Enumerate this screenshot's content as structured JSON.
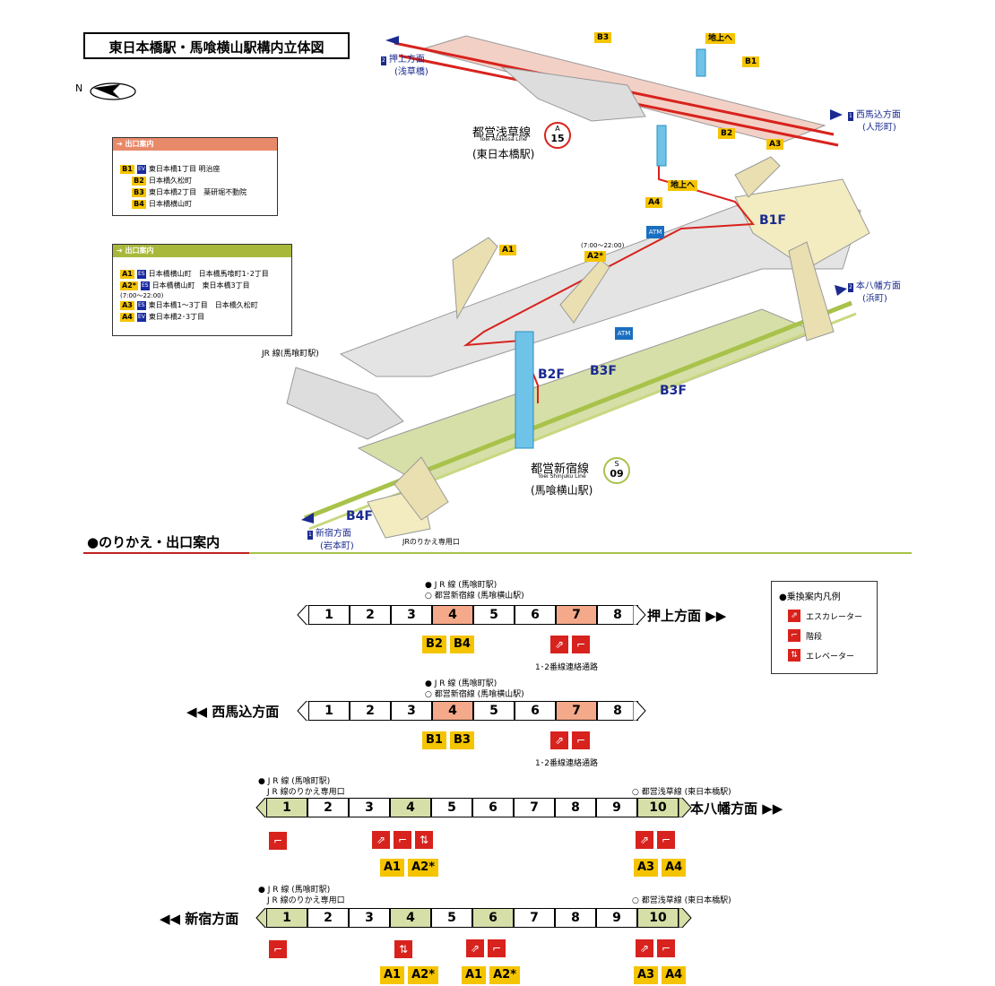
{
  "title": "東日本橋駅・馬喰横山駅構内立体図",
  "compass": "N",
  "exit_guide_1": {
    "header": "出口案内",
    "rows": [
      {
        "badge": "B1",
        "ev": "EV",
        "text": "東日本橋1丁目 明治座"
      },
      {
        "badge": "B2",
        "ev": "",
        "text": "日本橋久松町"
      },
      {
        "badge": "B3",
        "ev": "",
        "text": "東日本橋2丁目　薬研堀不動院"
      },
      {
        "badge": "B4",
        "ev": "",
        "text": "日本橋横山町"
      }
    ]
  },
  "exit_guide_2": {
    "header": "出口案内",
    "rows": [
      {
        "badge": "A1",
        "ev": "ES",
        "text": "日本橋横山町　日本橋馬喰町1･2丁目",
        "sub": ""
      },
      {
        "badge": "A2*",
        "ev": "ES",
        "text": "日本橋横山町　東日本橋3丁目",
        "sub": "(7:00〜22:00)"
      },
      {
        "badge": "A3",
        "ev": "ES",
        "text": "東日本橋1〜3丁目　日本橋久松町",
        "sub": ""
      },
      {
        "badge": "A4",
        "ev": "EV",
        "text": "東日本橋2･3丁目",
        "sub": ""
      }
    ]
  },
  "map": {
    "asakusa_line": {
      "name": "都営浅草線",
      "en": "Toei Asakusa Line",
      "station": "(東日本橋駅)",
      "code_letter": "A",
      "code_num": "15"
    },
    "shinjuku_line": {
      "name": "都営新宿線",
      "en": "Toei Shinjuku Line",
      "station": "(馬喰横山駅)",
      "code_letter": "S",
      "code_num": "09"
    },
    "dir_oshiage": {
      "num": "2",
      "text": "押上方面",
      "sub": "(浅草橋)"
    },
    "dir_nishimagome": {
      "num": "1",
      "text": "西馬込方面",
      "sub": "(人形町)"
    },
    "dir_motoyawata": {
      "num": "2",
      "text": "本八幡方面",
      "sub": "(浜町)"
    },
    "dir_shinjuku": {
      "num": "1",
      "text": "新宿方面",
      "sub": "(岩本町)"
    },
    "chijo_e": "地上へ",
    "floors": {
      "b1f": "B1F",
      "b2f": "B2F",
      "b3f_a": "B3F",
      "b3f_b": "B3F",
      "b4f": "B4F"
    },
    "exits": {
      "b1": "B1",
      "b2": "B2",
      "b3": "B3",
      "a1": "A1",
      "a2": "A2*",
      "a2_hours": "(7:00〜22:00)",
      "a3": "A3",
      "a4": "A4"
    },
    "jr_bakurocho": "JR 線(馬喰町駅)",
    "jr_transfer": "JRのりかえ専用口",
    "atm": "ATM"
  },
  "transfer_section": {
    "title": "●のりかえ・出口案内"
  },
  "legend": {
    "title": "●乗換案内凡例",
    "items": [
      "エスカレーター",
      "階段",
      "エレベーター"
    ]
  },
  "rows": [
    {
      "notes": [
        "● J R 線 (馬喰町駅)",
        "○ 都営新宿線 (馬喰横山駅)"
      ],
      "cars": [
        "1",
        "2",
        "3",
        "4",
        "5",
        "6",
        "7",
        "8"
      ],
      "direction": "押上方面",
      "badges_car4": [
        "B2",
        "B4"
      ],
      "note_car7": "1･2番線連絡通路"
    },
    {
      "notes": [
        "● J R 線 (馬喰町駅)",
        "○ 都営新宿線 (馬喰横山駅)"
      ],
      "cars": [
        "1",
        "2",
        "3",
        "4",
        "5",
        "6",
        "7",
        "8"
      ],
      "direction": "西馬込方面",
      "badges_car4": [
        "B1",
        "B3"
      ],
      "note_car7": "1･2番線連絡通路"
    },
    {
      "notes": [
        "● J R 線 (馬喰町駅)",
        "J R 線のりかえ専用口"
      ],
      "note_right": "○ 都営浅草線 (東日本橋駅)",
      "cars": [
        "1",
        "2",
        "3",
        "4",
        "5",
        "6",
        "7",
        "8",
        "9",
        "10"
      ],
      "direction": "本八幡方面",
      "badges_car4": [
        "A1",
        "A2*"
      ],
      "badges_car10": [
        "A3",
        "A4"
      ]
    },
    {
      "notes": [
        "● J R 線 (馬喰町駅)",
        "J R 線のりかえ専用口"
      ],
      "note_right": "○ 都営浅草線 (東日本橋駅)",
      "cars": [
        "1",
        "2",
        "3",
        "4",
        "5",
        "6",
        "7",
        "8",
        "9",
        "10"
      ],
      "direction": "新宿方面",
      "badges_car4": [
        "A1",
        "A2*"
      ],
      "badges_car6": [
        "A1",
        "A2*"
      ],
      "badges_car10": [
        "A3",
        "A4"
      ]
    }
  ],
  "colors": {
    "asakusa": "#d8221d",
    "shinjuku": "#a8c24a",
    "exit_badge": "#f5c400",
    "pink": "#f4a98a",
    "green_hl": "#d6dfa8"
  }
}
